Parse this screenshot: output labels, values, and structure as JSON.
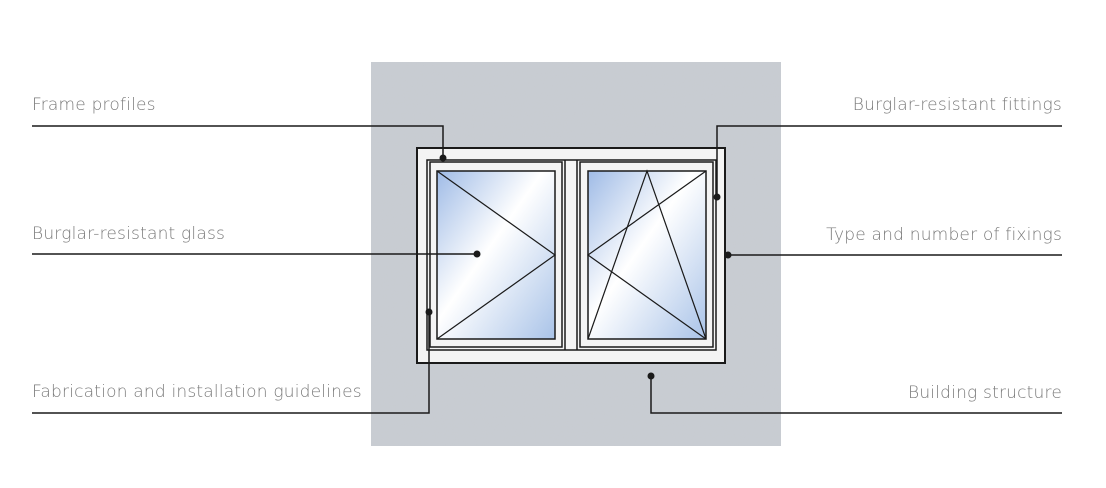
{
  "labels": {
    "frame_profiles": "Frame profiles",
    "burglar_resistant_glass": "Burglar-resistant glass",
    "fabrication_guidelines": "Fabrication and installation guidelines",
    "burglar_resistant_fittings": "Burglar-resistant fittings",
    "fixings": "Type and number of fixings",
    "building_structure": "Building structure"
  },
  "colors": {
    "wall": "#c9cdd3",
    "frame": "#f4f4f4",
    "line": "#1a1a1a",
    "glass_light": "#ffffff",
    "glass_blue": "#a9c3e8",
    "label_text": "#7a7a7a"
  }
}
